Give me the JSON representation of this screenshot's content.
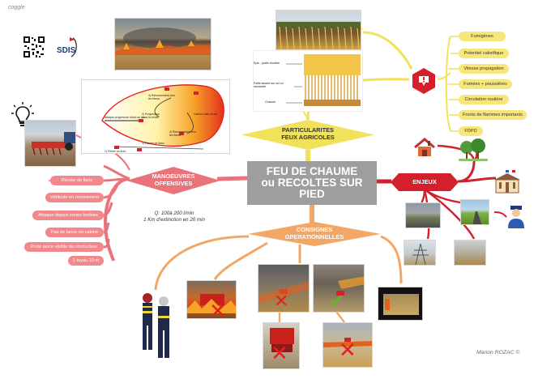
{
  "logo": "coggle",
  "center": {
    "line1": "FEU DE CHAUME",
    "line2": "ou RECOLTES SUR",
    "line3": "PIED"
  },
  "branches": {
    "particularites": {
      "line1": "PARTICULARITES",
      "line2": "FEUX AGRICOLES"
    },
    "manoeuvres": {
      "line1": "MANOEUVRES",
      "line2": "OFFENSIVES"
    },
    "enjeux": {
      "label": "ENJEUX"
    },
    "consignes": {
      "line1": "CONSIGNES",
      "line2": "OPERATIONNELLES"
    }
  },
  "particularites_items": [
    "Fumigènes",
    "Potentiel calorifique",
    "Vitesse propagation",
    "Fumées + poussières",
    "Circulation routière",
    "Fronts de flammes importants",
    "FDPD"
  ],
  "manoeuvres_items": [
    "Percée de flanc",
    "Véhicule en mouvement",
    "Attaque depuis zones brulées",
    "Pas de lance en cabine",
    "Porte lance visible du conducteur",
    "1 tuyau 10 m"
  ],
  "debit_note": {
    "line1": "Q: 100à 200 l/min",
    "line2": "1 Km d'extinction en 20 min"
  },
  "stubble_diagram_labels": {
    "epis": "Epis - partie récoltée",
    "paille": "Paille laissée sur sol ou ramassée",
    "chaume": "Chaume"
  },
  "tactic_diagram_labels": {
    "l1": "Attaque progressive direct au feu",
    "l2": "2) Progression dans la brûlée",
    "l3": "3) Retournement vers les flancs",
    "l4": "4) Retournement vers les flancs",
    "l5": "1) Percée de flanc",
    "l6": "Camion dans le feu",
    "l7": "1) Percer un front"
  },
  "sdis_logo": "SDIS",
  "author": "Marion ROZAC ©",
  "colors": {
    "red_branch": "#e9737a",
    "yellow_branch": "#f2e15a",
    "orange_branch": "#f2a767",
    "enjeux": "#d3202a",
    "center": "#9e9e9e"
  }
}
